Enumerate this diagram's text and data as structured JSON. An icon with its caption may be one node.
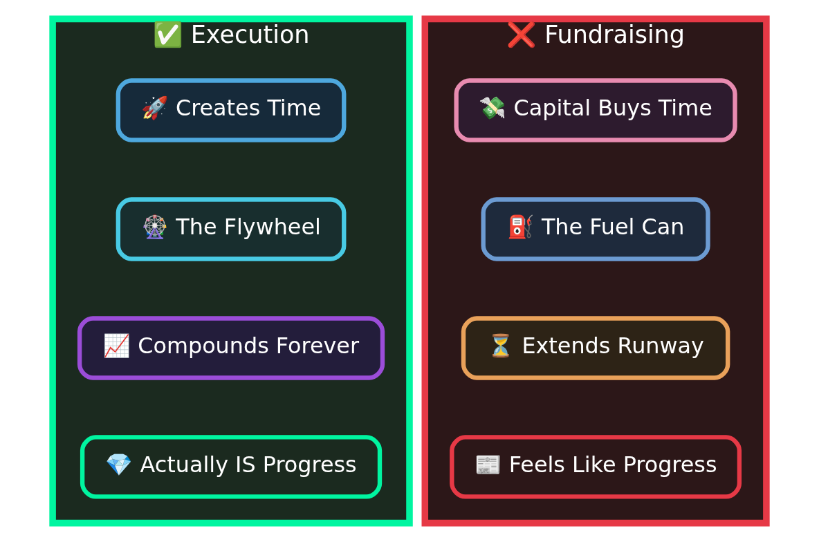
{
  "diagram": {
    "nodes": [
      {
        "text": [
          "✅ Execution"
        ]
      },
      {
        "text": [
          "🚀 Creates Time"
        ],
        "in": 0
      },
      {
        "text": [
          "🎡 The Flywheel"
        ],
        "in": 0
      },
      {
        "text": [
          "📈 Compounds Forever"
        ],
        "in": 0
      },
      {
        "text": [
          "💎 Actually IS Progress"
        ],
        "in": 0
      },
      {
        "text": [
          "❌ Fundraising"
        ]
      },
      {
        "text": [
          "💸 Capital Buys Time"
        ],
        "in": 5
      },
      {
        "text": [
          "⛽ The Fuel Can"
        ],
        "in": 5
      },
      {
        "text": [
          "⏳ Extends Runway"
        ],
        "in": 5
      },
      {
        "text": [
          "📰 Feels Like Progress"
        ],
        "in": 5
      }
    ]
  }
}
